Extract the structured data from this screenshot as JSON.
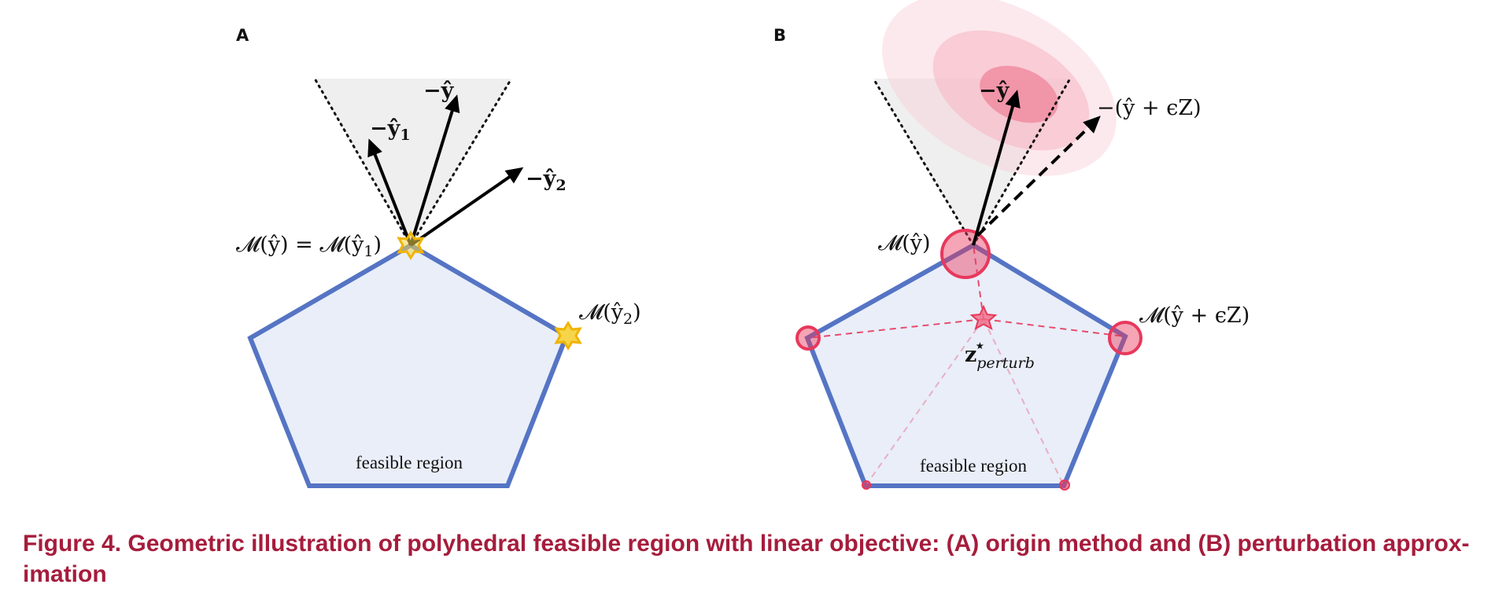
{
  "panel_a": {
    "letter": "A",
    "vec_y": "−ŷ",
    "vec_y1": "−ŷ",
    "vec_y1_sub": "1",
    "vec_y2": "−ŷ",
    "vec_y2_sub": "2",
    "label_optimum": "𝓜(ŷ) = 𝓜(ŷ",
    "label_optimum_sub": "1",
    "label_optimum_close": ")",
    "label_vertex2": "𝓜(ŷ",
    "label_vertex2_sub": "2",
    "label_vertex2_close": ")",
    "region_label": "feasible region"
  },
  "panel_b": {
    "letter": "B",
    "vec_y": "−ŷ",
    "vec_perturbed": "−(ŷ + ϵZ)",
    "label_optimum": "𝓜(ŷ)",
    "label_vertex": "𝓜(ŷ + ϵZ)",
    "z_label": "z",
    "z_sup": "⋆",
    "z_sub": "perturb",
    "region_label": "feasible region"
  },
  "colors": {
    "region_fill": "#e9eef9",
    "region_stroke": "#5574c4",
    "cone_fill": "#efefef",
    "star_yellow": "#f4b400",
    "marker_red": "#e8385c",
    "caption": "#a61c3c"
  },
  "caption": "Figure 4. Geometric illustration of polyhedral feasible region with linear objective: (A) origin method and (B) perturbation approx-imation"
}
